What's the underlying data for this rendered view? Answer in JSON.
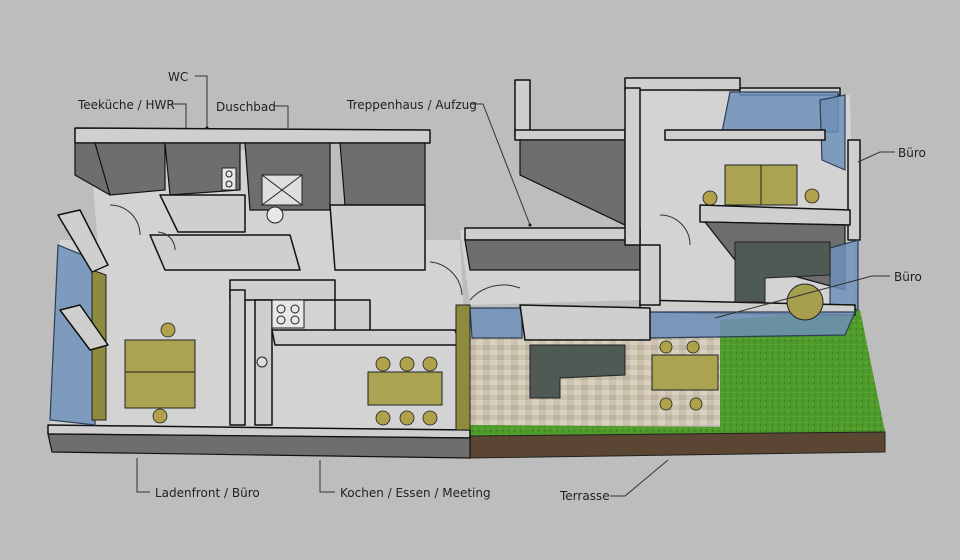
{
  "labels": {
    "wc": "WC",
    "teekueche": "Teeküche / HWR",
    "duschbad": "Duschbad",
    "treppenhaus": "Treppenhaus / Aufzug",
    "buero_top": "Büro",
    "buero_mid": "Büro",
    "ladenfront": "Ladenfront / Büro",
    "kochen": "Kochen / Essen / Meeting",
    "terrasse": "Terrasse"
  },
  "colors": {
    "background": "#bdbdbd",
    "floor": "#d3d3d3",
    "wall_top": "#cfcfcf",
    "wall_side": "#6e6e6e",
    "glass": "#6f8fb8",
    "wood": "#8e8a3e",
    "lawn": "#4e9a2a",
    "paving": "#c9c0ae",
    "soil": "#5a4632"
  }
}
